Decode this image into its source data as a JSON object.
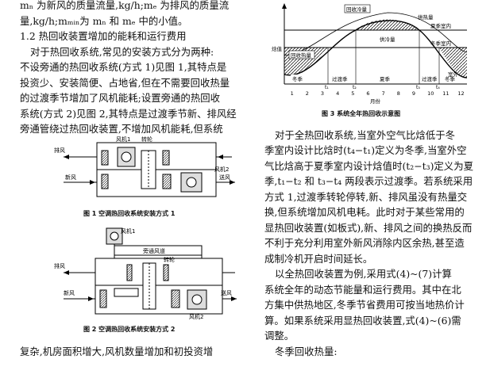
{
  "left_col": {
    "lines": [
      "mₙ 为新风的质量流量,kg/h;mₑ 为排风的质量流",
      "量,kg/h;mₘᵢₙ为 mₙ 和 mₑ 中的小值。",
      "1.2  热回收装置增加的能耗和运行费用",
      "对于热回收系统,常见的安装方式分为两种:",
      "不设旁通的热回收系统(方式 1)见图 1,其特点是",
      "投资少、安装简便、占地省,但在不需要回收热量",
      "的过渡季节增加了风机能耗;设置旁通的热回收",
      "系统(方式 2)见图 2,其特点是过渡季节新、排风经",
      "旁通管绕过热回收装置,不增加风机能耗,但系统"
    ],
    "bottom_line": "复杂,机房面积增大,风机数量增加和初投资增"
  },
  "fig1": {
    "caption": "图 1   空调热回收系统安装方式 1",
    "labels": {
      "fan1": "风机1",
      "rotor": "转轮",
      "fan2": "风机2",
      "exhaust": "排风",
      "fresh": "新风",
      "supply": "送风"
    }
  },
  "fig2": {
    "caption": "图 2   空调热回收系统安装方式 2",
    "labels": {
      "fan1": "风机1",
      "bypass": "旁通风道",
      "exhaust": "排风",
      "rotor": "转轮",
      "fresh": "新风",
      "supply": "送风",
      "fan2": "风机2"
    }
  },
  "fig3": {
    "caption": "图 3   系统全年热回收示意图",
    "labels": {
      "recover_cold": "回收冷量",
      "summer_indoor": "夏季室内",
      "winter_indoor": "冬季室内",
      "heat_supply": "供热量",
      "cooling": "供冷量",
      "recover_heat": "回收热量",
      "outdoor": "室外",
      "ylabel": "焓值",
      "xlabel": "月份",
      "winter": "冬季",
      "transition": "过渡季",
      "summer": "夏季",
      "t1": "t₁",
      "t2": "t₂",
      "t3": "t₃",
      "t4": "t₄"
    },
    "months": [
      "1",
      "2",
      "3",
      "4",
      "5",
      "6",
      "7",
      "8",
      "9",
      "10",
      "11",
      "12"
    ]
  },
  "right_col": {
    "lines": [
      "对于全热回收系统,当室外空气比焓低于冬",
      "季室内设计比焓时(t₄−t₁)定义为冬季,当室外空",
      "气比焓高于夏季室内设计焓值时(t₂−t₃)定义为夏",
      "季,t₁−t₂ 和 t₃−t₄ 两段表示过渡季。若系统采用",
      "方式 1,过渡季转轮停转,新、排风虽没有热量交",
      "换,但系统增加风机电耗。此时对于某些常用的",
      "显热回收装置(如板式),新、排风之间的换热反而",
      "不利于充分利用室外新风消除内区余热,甚至造",
      "成制冷机开启时间延长。",
      "以全热回收装置为例,采用式(4)~(7)计算",
      "系统全年的动态节能量和运行费用。其中在北",
      "方集中供热地区,冬季节省费用可按当地热价计",
      "算。如果系统采用显热回收装置,式(4)~(6)需",
      "调整。",
      "冬季回收热量:"
    ]
  }
}
